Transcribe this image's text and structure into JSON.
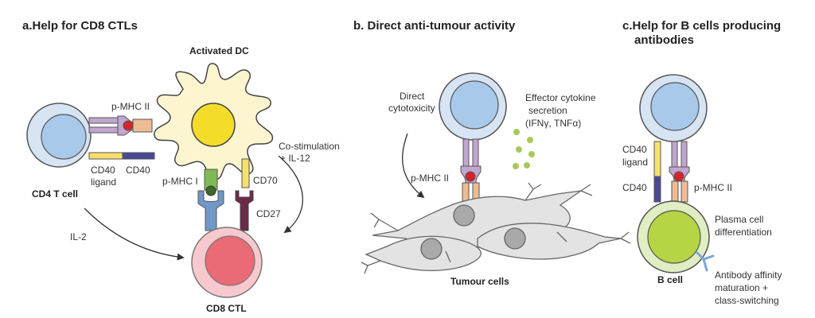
{
  "panels": {
    "a": {
      "title": "a.Help for CD8 CTLs",
      "activated_dc": "Activated DC",
      "pmhc2": "p-MHC II",
      "cd4_cell": "CD4 T cell",
      "cd40_ligand_1": "CD40",
      "cd40_ligand_2": "ligand",
      "cd40": "CD40",
      "pmhc1": "p-MHC I",
      "cd70": "CD70",
      "cd27": "CD27",
      "costim_1": "Co-stimulation",
      "costim_2": "+ IL-12",
      "il2": "IL-2",
      "cd8_cell": "CD8 CTL"
    },
    "b": {
      "title": "b.  Direct anti-tumour activity",
      "direct_1": "Direct",
      "direct_2": "cytotoxicity",
      "effector_1": "Effector cytokine",
      "effector_2": "secretion",
      "effector_3": "(IFNγ, TNFα)",
      "pmhc2": "p-MHC II",
      "tumour": "Tumour cells"
    },
    "c": {
      "title_1": "c.Help for B cells producing",
      "title_2": "antibodies",
      "cd40_ligand_1": "CD40",
      "cd40_ligand_2": "ligand",
      "cd40": "CD40",
      "pmhc2": "p-MHC II",
      "plasma_1": "Plasma cell",
      "plasma_2": "differentiation",
      "affinity_1": "Antibody affinity",
      "affinity_2": "maturation +",
      "affinity_3": "class-switching",
      "bcell": "B cell"
    }
  },
  "colors": {
    "tcell_outer": "#d6e4f3",
    "tcell_inner": "#a9c9ea",
    "dc_body": "#fdf4d0",
    "dc_nucleus": "#f3dd2a",
    "cd8_outer": "#f7c8cd",
    "cd8_inner": "#ea6a76",
    "tumour_body": "#e3e3e3",
    "tumour_nucleus": "#a9a9a9",
    "bcell_outer": "#dfeec3",
    "bcell_inner": "#b5d544",
    "mhc2": "#c2a6cf",
    "peptide": "#d8222b",
    "tcr": "#eebc93",
    "cd40l": "#f6df6e",
    "cd40": "#4a4796",
    "mhc1": "#7fba55",
    "cd8_tcr": "#6f98c9",
    "cd27": "#6b2a4b",
    "cytokine": "#a8c95a",
    "antibody": "#7ba6d4"
  }
}
